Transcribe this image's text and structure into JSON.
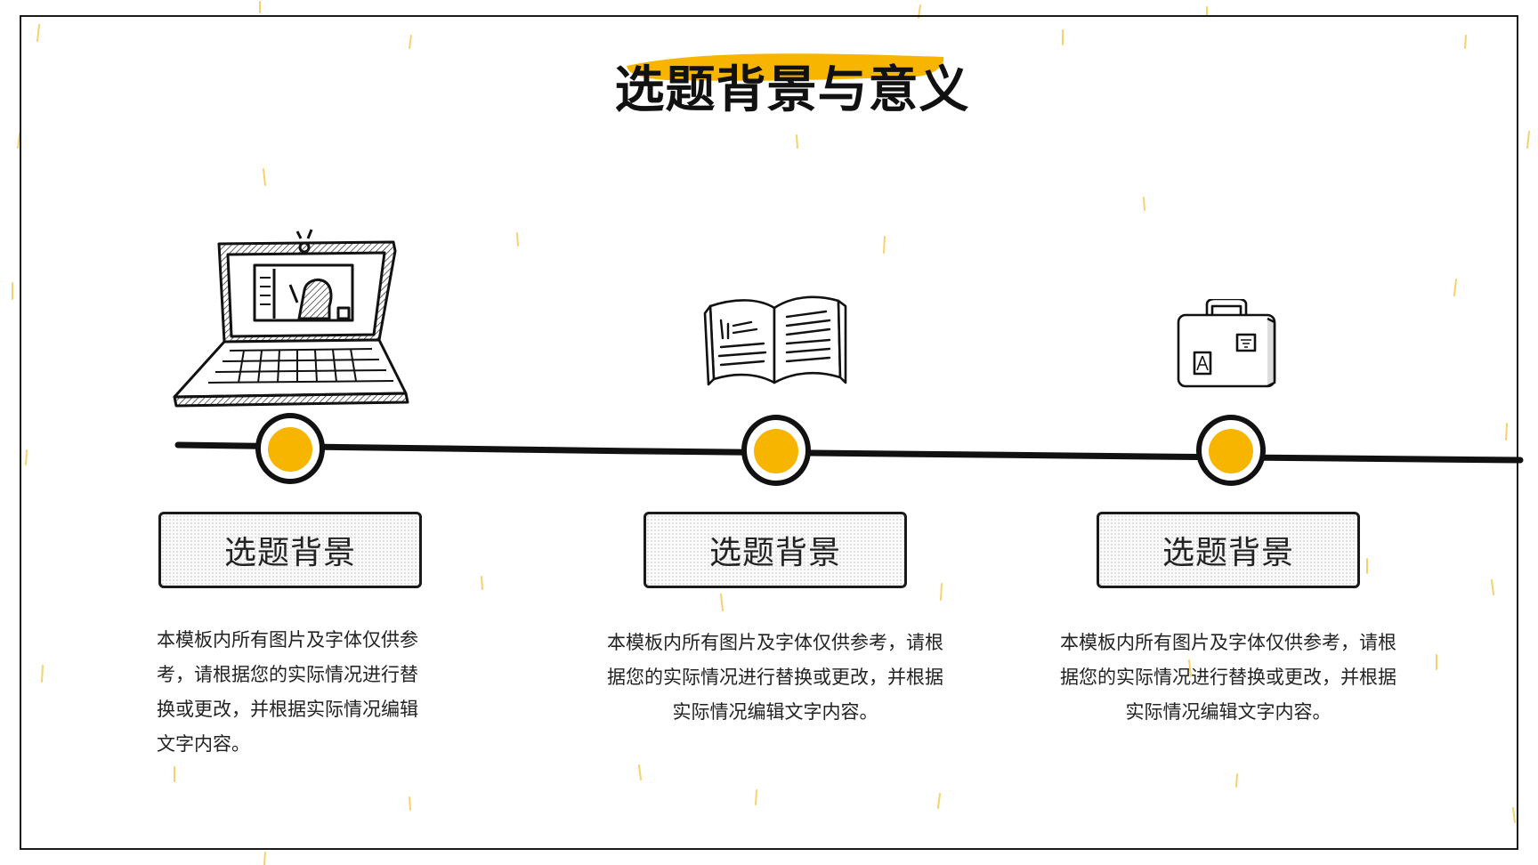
{
  "slide": {
    "title": "选题背景与意义",
    "accent_color": "#F7B500",
    "dash_color": "#F5D36A"
  },
  "items": [
    {
      "icon": "laptop-icon",
      "card_label": "选题背景",
      "description": "本模板内所有图片及字体仅供参考，请根据您的实际情况进行替换或更改，并根据实际情况编辑文字内容。"
    },
    {
      "icon": "open-book-icon",
      "card_label": "选题背景",
      "description": "本模板内所有图片及字体仅供参考，请根据您的实际情况进行替换或更改，并根据实际情况编辑文字内容。"
    },
    {
      "icon": "suitcase-icon",
      "card_label": "选题背景",
      "description": "本模板内所有图片及字体仅供参考，请根据您的实际情况进行替换或更改，并根据实际情况编辑文字内容。"
    }
  ]
}
